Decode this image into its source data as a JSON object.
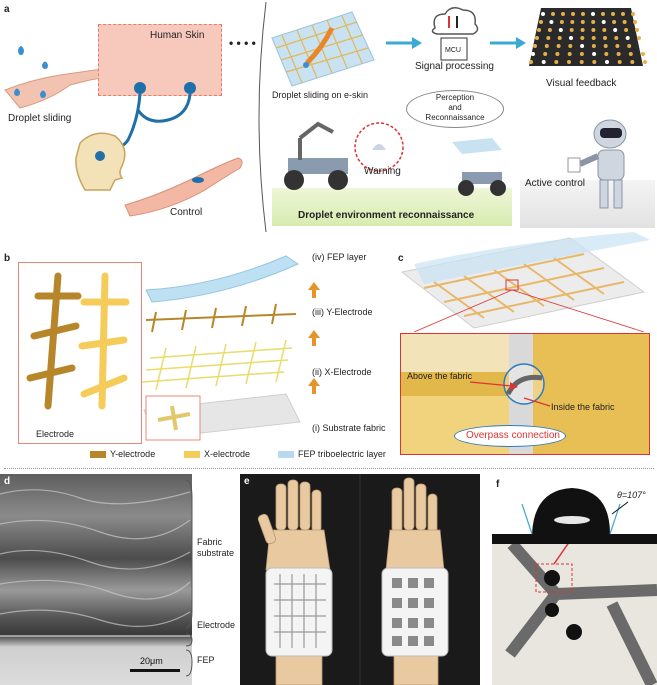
{
  "panels": {
    "a": {
      "letter": "a",
      "human_skin": "Human Skin",
      "droplet_sliding": "Droplet sliding",
      "control": "Control",
      "droplet_sliding_eskin": "Droplet sliding on e-skin",
      "signal_processing": "Signal processing",
      "mcu": "MCU",
      "visual_feedback": "Visual feedback",
      "perception": "Perception\nand\nReconnaissance",
      "warning": "Warning",
      "droplet_env": "Droplet environment reconnaissance",
      "active_control": "Active control",
      "ellipsis": "• • • •"
    },
    "b": {
      "letter": "b",
      "fep_layer": "(iv) FEP layer",
      "y_electrode": "(iii) Y-Electrode",
      "x_electrode": "(ii) X-Electrode",
      "substrate": "(i) Substrate fabric",
      "electrode": "Electrode"
    },
    "legend": {
      "y": "Y-electrode",
      "x": "X-electrode",
      "fep": "FEP triboelectric layer",
      "y_color": "#b8862a",
      "x_color": "#f5cc5a",
      "fep_color": "#b7d8ee"
    },
    "c": {
      "letter": "c",
      "above": "Above the fabric",
      "inside": "Inside the fabric",
      "overpass": "Overpass connection"
    },
    "d": {
      "letter": "d",
      "fabric": "Fabric\nsubstrate",
      "electrode": "Electrode",
      "fep": "FEP",
      "scale": "20μm"
    },
    "e": {
      "letter": "e"
    },
    "f": {
      "letter": "f",
      "angle": "θ=107°"
    }
  }
}
